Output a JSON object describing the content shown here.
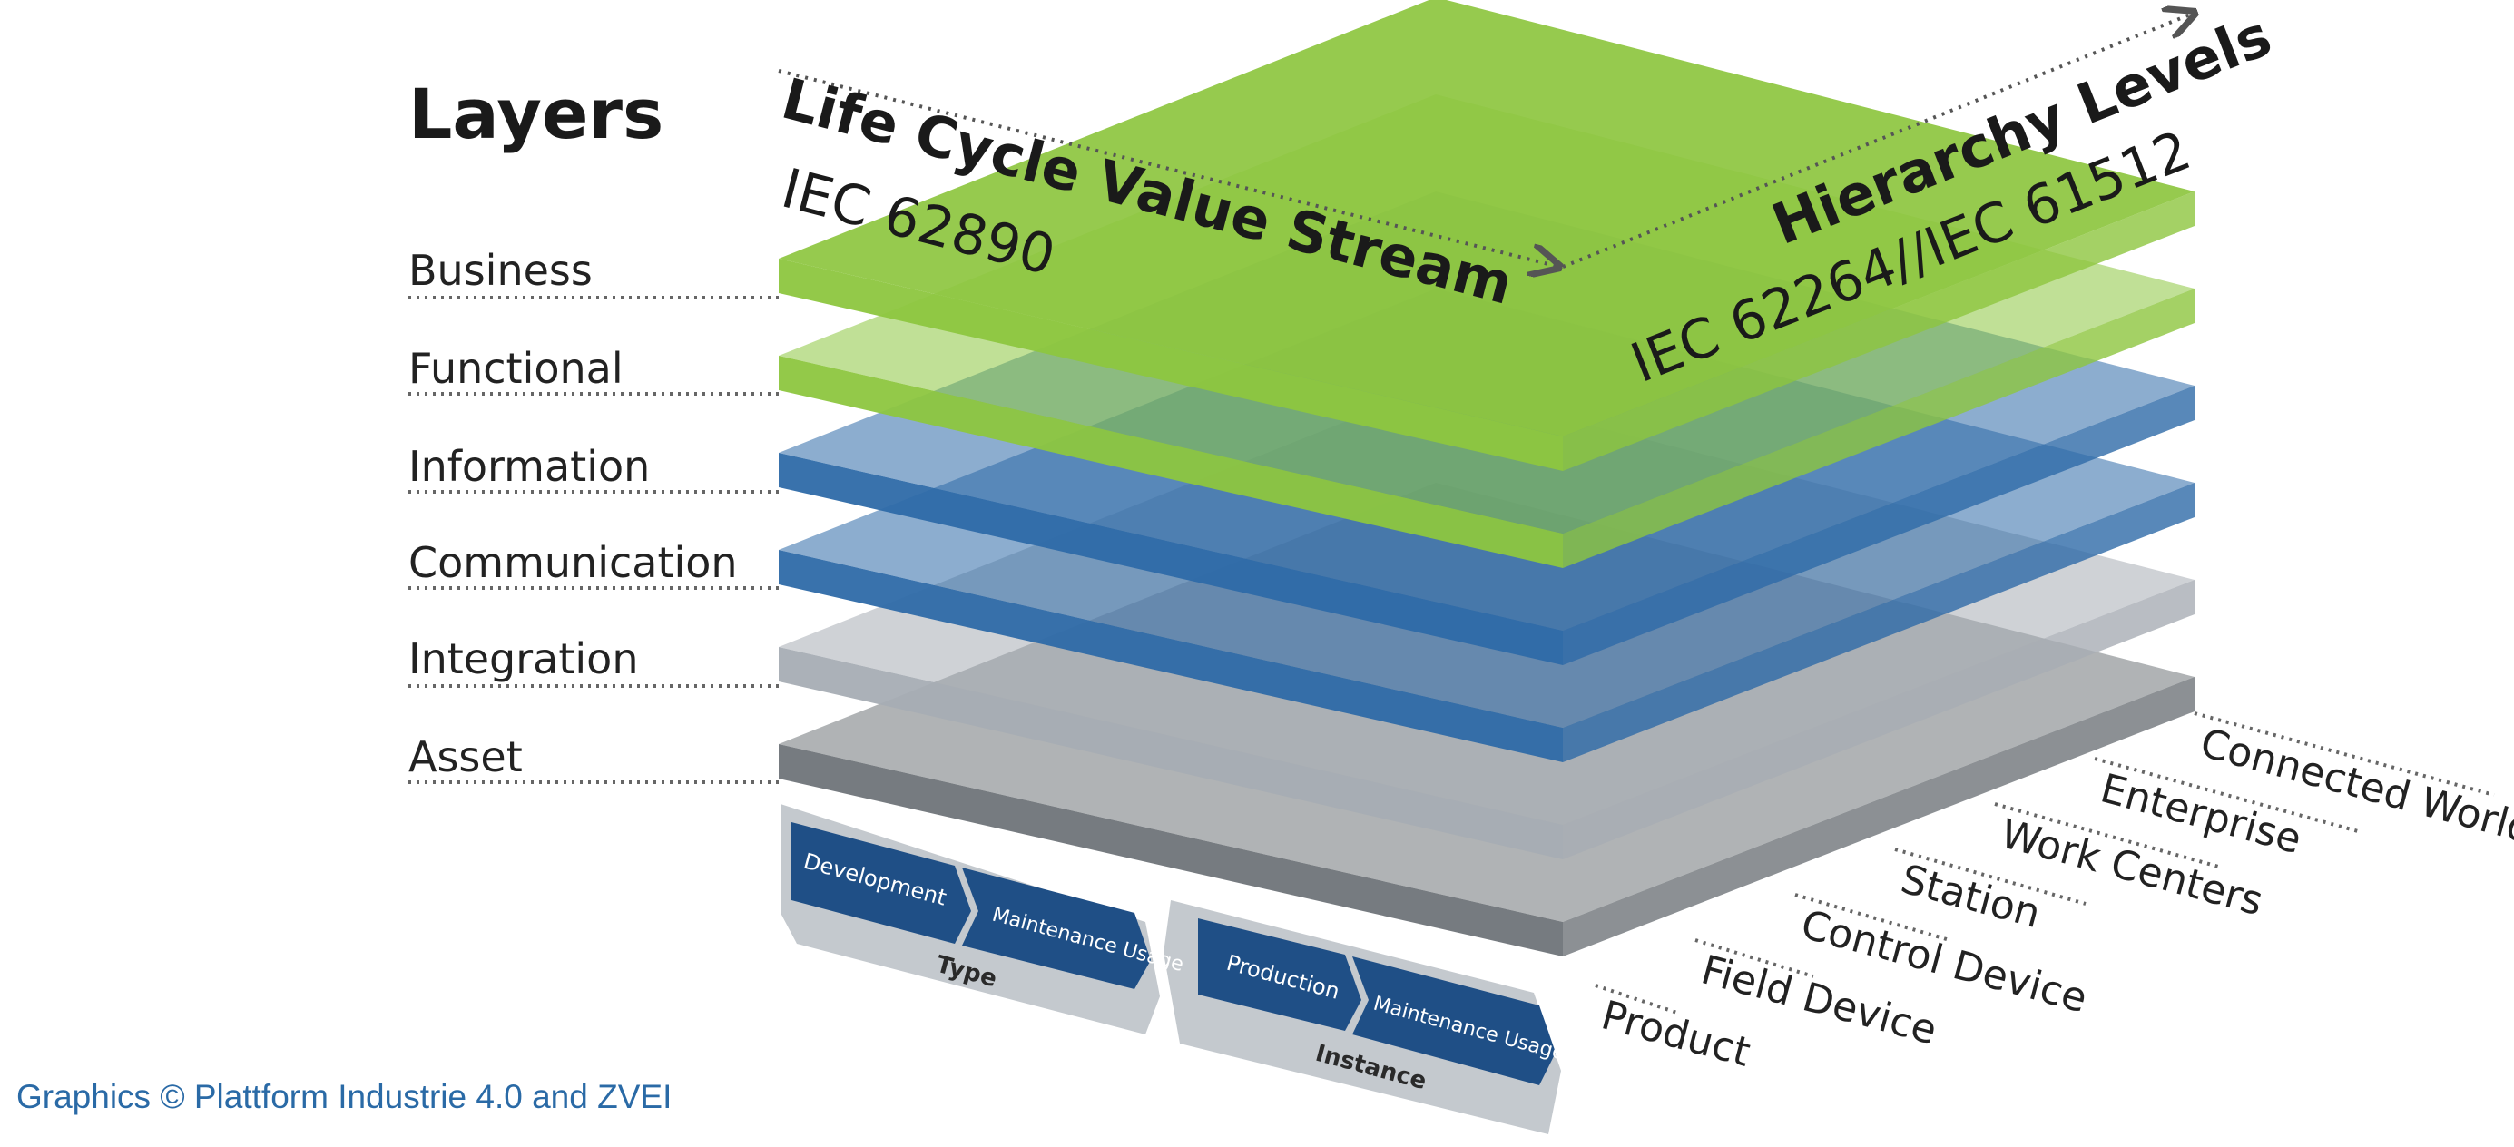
{
  "diagram": {
    "heading": "Layers",
    "layers": [
      "Business",
      "Functional",
      "Information",
      "Communication",
      "Integration",
      "Asset"
    ],
    "life_cycle": {
      "title": "Life Cycle Value Stream",
      "standard": "IEC 62890",
      "groups": [
        {
          "label": "Type",
          "steps": [
            "Development",
            "Maintenance Usage"
          ]
        },
        {
          "label": "Instance",
          "steps": [
            "Production",
            "Maintenance Usage"
          ]
        }
      ]
    },
    "hierarchy": {
      "title": "Hierarchy Levels",
      "standard": "IEC 62264//IEC 61512",
      "levels": [
        "Connected World",
        "Enterprise",
        "Work Centers",
        "Station",
        "Control Device",
        "Field Device",
        "Product"
      ]
    },
    "colors": {
      "business": "#8dc63f",
      "functional": "#8dc63f",
      "information": "#2e6aa8",
      "communication": "#2e6aa8",
      "integration": "#a7adb4",
      "asset": "#6f7479",
      "step_fill": "#1f4f86",
      "base_fill": "#c4c9ce"
    }
  },
  "credit": "Graphics © Plattform Industrie 4.0 and ZVEI"
}
